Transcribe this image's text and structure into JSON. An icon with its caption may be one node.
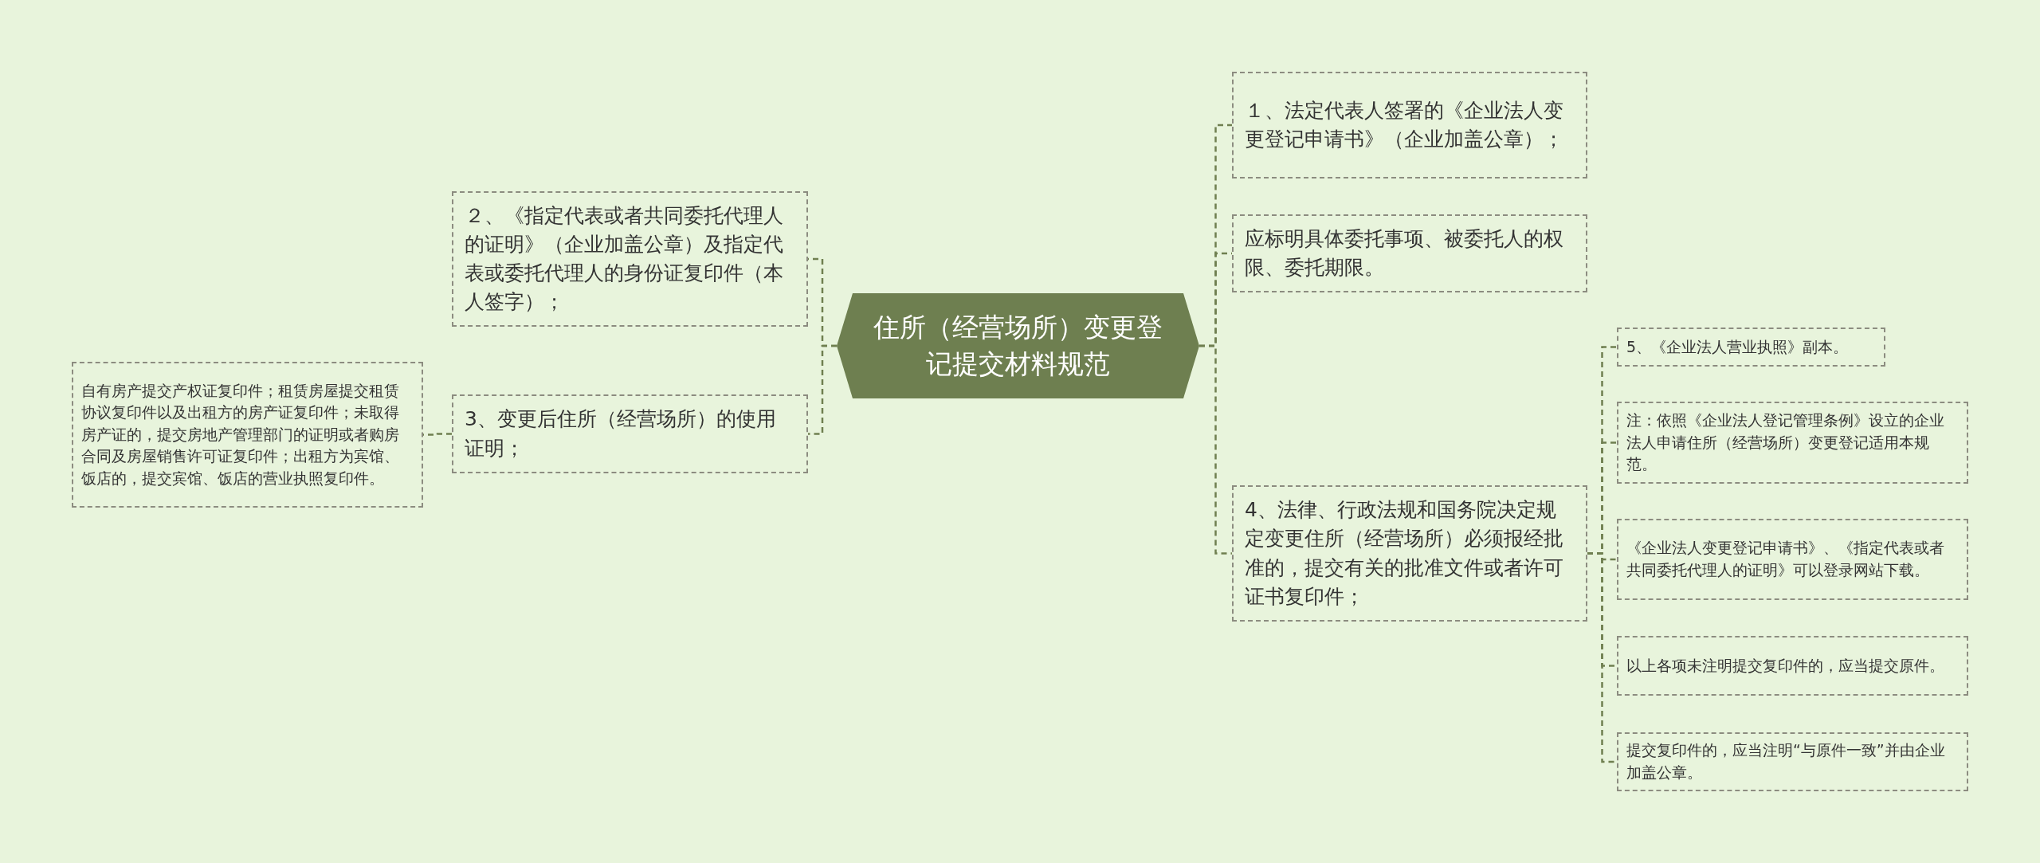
{
  "diagram": {
    "nodes": [
      {
        "text": [
          "住所（经营场所）变更登记提交材料规范"
        ]
      },
      {
        "text": [
          "２、《指定代表或者共同委托代理人的证明》（企业加盖公章）及指定代表或委托代理人的身份证复印件（本人签字）；"
        ]
      },
      {
        "text": [
          "3、变更后住所（经营场所）的使用证明；"
        ]
      },
      {
        "text": [
          "自有房产提交产权证复印件；租赁房屋提交租赁协议复印件以及出租方的房产证复印件；未取得房产证的，提交房地产管理部门的证明或者购房合同及房屋销售许可证复印件；出租方为宾馆、饭店的，提交宾馆、饭店的营业执照复印件。"
        ]
      },
      {
        "text": [
          "１、法定代表人签署的《企业法人变更登记申请书》（企业加盖公章）；"
        ]
      },
      {
        "text": [
          "应标明具体委托事项、被委托人的权限、委托期限。"
        ]
      },
      {
        "text": [
          "4、法律、行政法规和国务院决定规定变更住所（经营场所）必须报经批准的，提交有关的批准文件或者许可证书复印件；"
        ]
      },
      {
        "text": [
          "5、《企业法人营业执照》副本。"
        ]
      },
      {
        "text": [
          "注：依照《企业法人登记管理条例》设立的企业法人申请住所（经营场所）变更登记适用本规范。"
        ]
      },
      {
        "text": [
          "《企业法人变更登记申请书》、《指定代表或者共同委托代理人的证明》可以登录网站下载。"
        ]
      },
      {
        "text": [
          "以上各项未注明提交复印件的，应当提交原件。"
        ]
      },
      {
        "text": [
          "提交复印件的，应当注明“与原件一致”并由企业加盖公章。"
        ]
      }
    ],
    "edges": [
      {
        "from": 0,
        "to": 1,
        "arrow": "none",
        "style": "dashed"
      },
      {
        "from": 0,
        "to": 2,
        "arrow": "none",
        "style": "dashed"
      },
      {
        "from": 2,
        "to": 3,
        "arrow": "none",
        "style": "dashed"
      },
      {
        "from": 0,
        "to": 4,
        "arrow": "none",
        "style": "dashed"
      },
      {
        "from": 0,
        "to": 5,
        "arrow": "none",
        "style": "dashed"
      },
      {
        "from": 0,
        "to": 6,
        "arrow": "none",
        "style": "dashed"
      },
      {
        "from": 6,
        "to": 7,
        "arrow": "none",
        "style": "dashed"
      },
      {
        "from": 6,
        "to": 8,
        "arrow": "none",
        "style": "dashed"
      },
      {
        "from": 6,
        "to": 9,
        "arrow": "none",
        "style": "dashed"
      },
      {
        "from": 6,
        "to": 10,
        "arrow": "none",
        "style": "dashed"
      },
      {
        "from": 6,
        "to": 11,
        "arrow": "none",
        "style": "dashed"
      }
    ]
  }
}
